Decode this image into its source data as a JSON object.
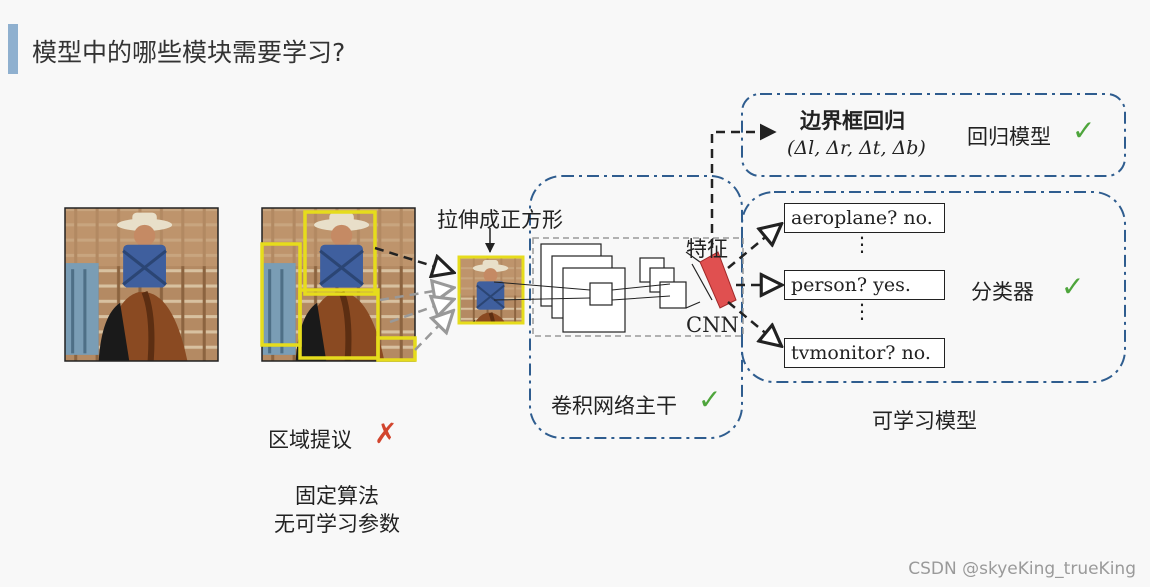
{
  "title": "模型中的哪些模块需要学习?",
  "labels": {
    "stretch": "拉伸成正方形",
    "feature": "特征",
    "cnn": "CNN",
    "bbox_regression": "边界框回归",
    "bbox_formula": "(Δl, Δr, Δt, Δb)",
    "regression_model": "回归模型",
    "classifier": "分类器",
    "backbone": "卷积网络主干",
    "learnable": "可学习模型",
    "region_proposal": "区域提议",
    "fixed_algo_line1": "固定算法",
    "fixed_algo_line2": "无可学习参数"
  },
  "classes": [
    "aeroplane? no.",
    "person? yes.",
    "tvmonitor? no."
  ],
  "marks": {
    "check": "✓",
    "cross": "✗",
    "dots": "⋮"
  },
  "watermark": "CSDN @skyeKing_trueKing",
  "colors": {
    "title_bar": "#8fb0cf",
    "dashed_box": "#2f5d8f",
    "proposal_box": "#e6dc1c",
    "check": "#4ea53c",
    "cross": "#d2452e",
    "feature_red": "#e05050"
  }
}
